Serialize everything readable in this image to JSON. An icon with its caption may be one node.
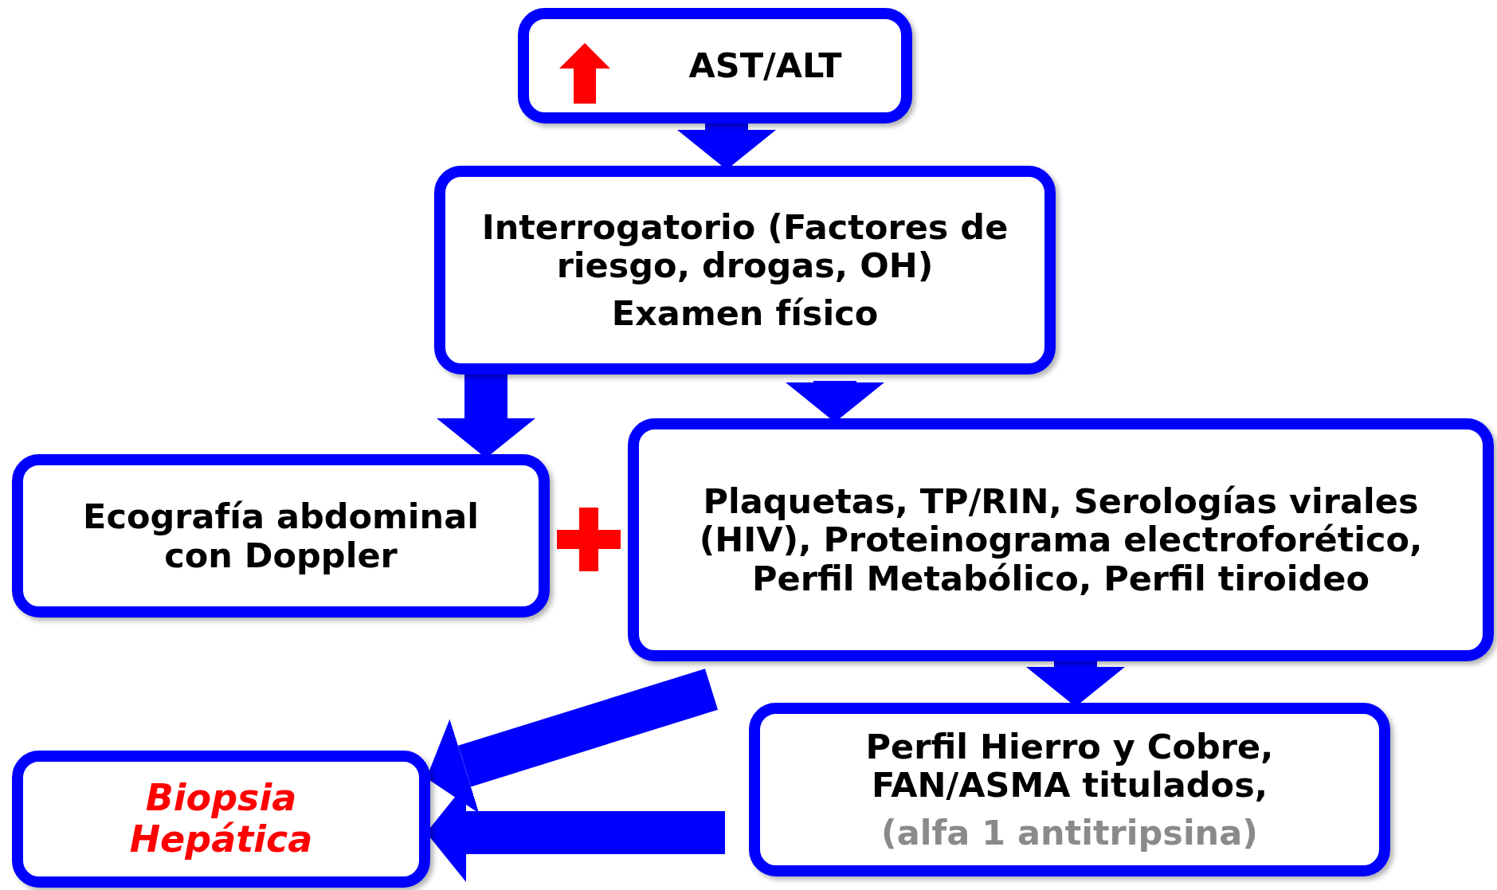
{
  "diagram": {
    "nodes": [
      {
        "text": [
          "AST/ALT"
        ]
      },
      {
        "text": [
          "Interrogatorio (Factores de riesgo, drogas, OH)",
          "Examen físico"
        ]
      },
      {
        "text": [
          "Ecografía abdominal con Doppler"
        ]
      },
      {
        "text": [
          "Plaquetas, TP/RIN, Serologías virales (HIV), Proteinograma electroforético, Perfil Metabólico, Perfil tiroideo"
        ]
      },
      {
        "text": [
          "Perfil Hierro y Cobre, FAN/ASMA titulados,",
          "(alfa 1 antitripsina)"
        ]
      },
      {
        "text": [
          "Biopsia Hepática"
        ]
      }
    ],
    "edges": [
      {
        "from": 0,
        "to": 1,
        "arrow": "to"
      },
      {
        "from": 1,
        "to": 2,
        "arrow": "to"
      },
      {
        "from": 1,
        "to": 3,
        "arrow": "to"
      },
      {
        "from": 3,
        "to": 4,
        "arrow": "to"
      },
      {
        "from": 3,
        "to": 5,
        "arrow": "to"
      },
      {
        "from": 4,
        "to": 5,
        "arrow": "to"
      }
    ]
  }
}
